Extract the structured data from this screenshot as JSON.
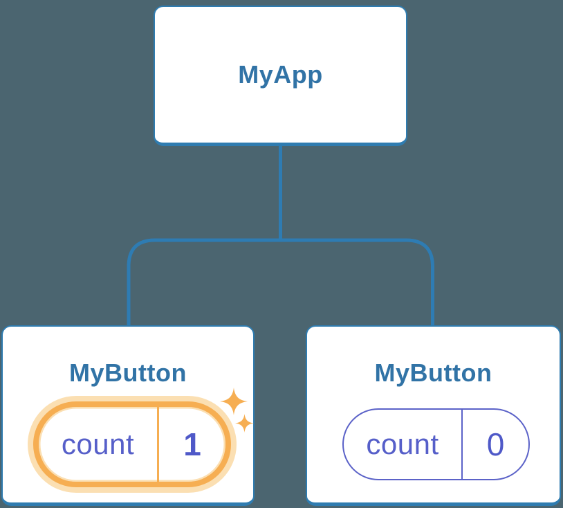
{
  "colors": {
    "background": "#4B6570",
    "connector": "#2E7CB3",
    "card_border": "#2F7CB0",
    "card_bg": "#FFFFFF",
    "node_title": "#3173A6",
    "state_text": "#565FC9",
    "state_value": "#4F59C8",
    "highlight": "#F6AE52",
    "highlight_glow": "#FBDFB2",
    "pill_border_default": "#5B62C8",
    "sparkle": "#F6AE52"
  },
  "root": {
    "title": "MyApp"
  },
  "children": [
    {
      "title": "MyButton",
      "state_label": "count",
      "state_value": "1",
      "highlighted": true
    },
    {
      "title": "MyButton",
      "state_label": "count",
      "state_value": "0",
      "highlighted": false
    }
  ]
}
